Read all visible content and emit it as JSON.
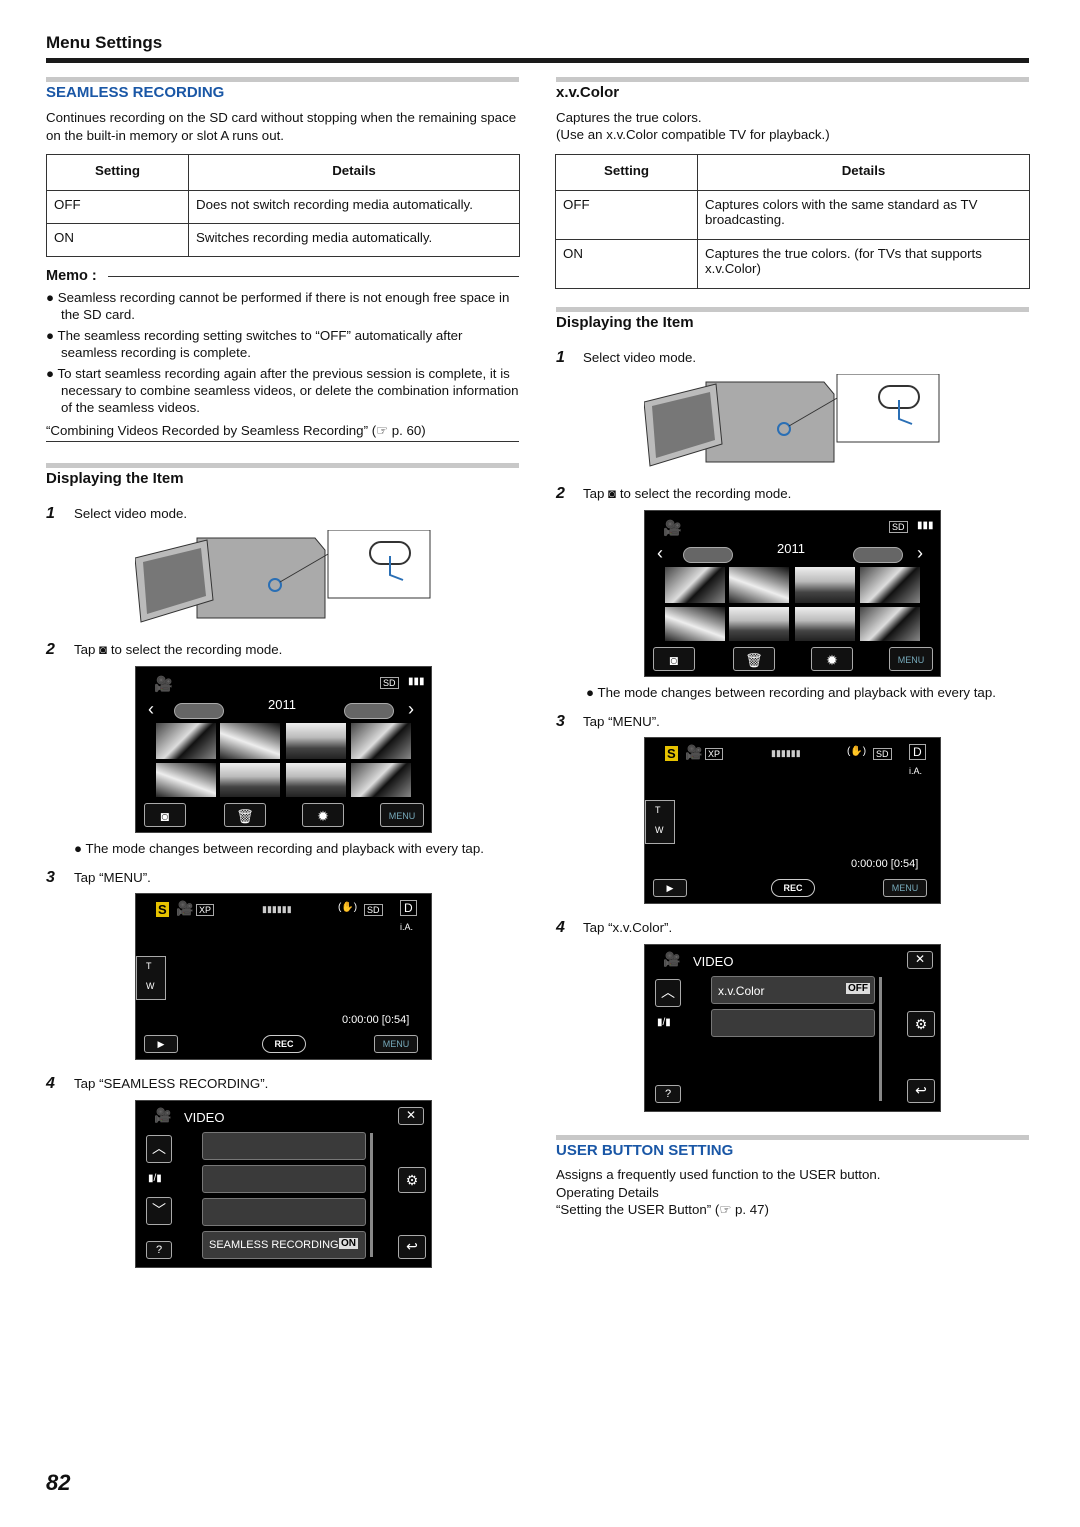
{
  "header": {
    "title": "Menu Settings"
  },
  "seamless": {
    "title": "SEAMLESS RECORDING",
    "desc": "Continues recording on the SD card without stopping when the remaining space on the built-in memory or slot A runs out.",
    "table": {
      "headers": [
        "Setting",
        "Details"
      ],
      "rows": [
        [
          "OFF",
          "Does not switch recording media automatically."
        ],
        [
          "ON",
          "Switches recording media automatically."
        ]
      ]
    },
    "memo": {
      "title": "Memo :",
      "bullets": [
        "Seamless recording cannot be performed if there is not enough free space in the SD card.",
        "The seamless recording setting switches to “OFF” automatically after seamless recording is complete.",
        "To start seamless recording again after the previous session is complete, it is necessary to combine seamless videos, or delete the combination information of the seamless videos."
      ],
      "link": "“Combining Videos Recorded by Seamless Recording” (☞ p. 60)"
    },
    "display": {
      "title": "Displaying the Item",
      "steps": [
        {
          "num": "1",
          "text": "Select video mode."
        },
        {
          "num": "2",
          "text": "Tap ◙ to select the recording mode."
        },
        {
          "num": "3",
          "text": "Tap “MENU”."
        },
        {
          "num": "4",
          "text": "Tap “SEAMLESS RECORDING”."
        }
      ],
      "note": "The mode changes between recording and playback with every tap."
    }
  },
  "xvcolor": {
    "title": "x.v.Color",
    "desc1": "Captures the true colors.",
    "desc2": "(Use an x.v.Color compatible TV for playback.)",
    "table": {
      "headers": [
        "Setting",
        "Details"
      ],
      "rows": [
        [
          "OFF",
          "Captures colors with the same standard as TV broadcasting."
        ],
        [
          "ON",
          "Captures the true colors. (for TVs that supports x.v.Color)"
        ]
      ]
    },
    "display": {
      "title": "Displaying the Item",
      "steps": [
        {
          "num": "1",
          "text": "Select video mode."
        },
        {
          "num": "2",
          "text": "Tap ◙ to select the recording mode."
        },
        {
          "num": "3",
          "text": "Tap “MENU”."
        },
        {
          "num": "4",
          "text": "Tap “x.v.Color”."
        }
      ],
      "note": "The mode changes between recording and playback with every tap."
    }
  },
  "user_button": {
    "title": "USER BUTTON SETTING",
    "lines": [
      "Assigns a frequently used function to the USER button.",
      "Operating Details",
      "“Setting the USER Button” (☞ p. 47)"
    ]
  },
  "screens": {
    "year": "2011",
    "menu": "MENU",
    "rec": "REC",
    "time": "0:00:00",
    "remain": "[0:54]",
    "ia": "i.A.",
    "t": "T",
    "w": "W",
    "video": "VIDEO",
    "seamless_item": "SEAMLESS RECORDING",
    "seamless_val": "ON",
    "xv_item": "x.v.Color",
    "xv_val": "OFF",
    "xp": "XP",
    "sd": "SD",
    "d": "D",
    "s": "S",
    "help": "?"
  },
  "page_number": "82"
}
